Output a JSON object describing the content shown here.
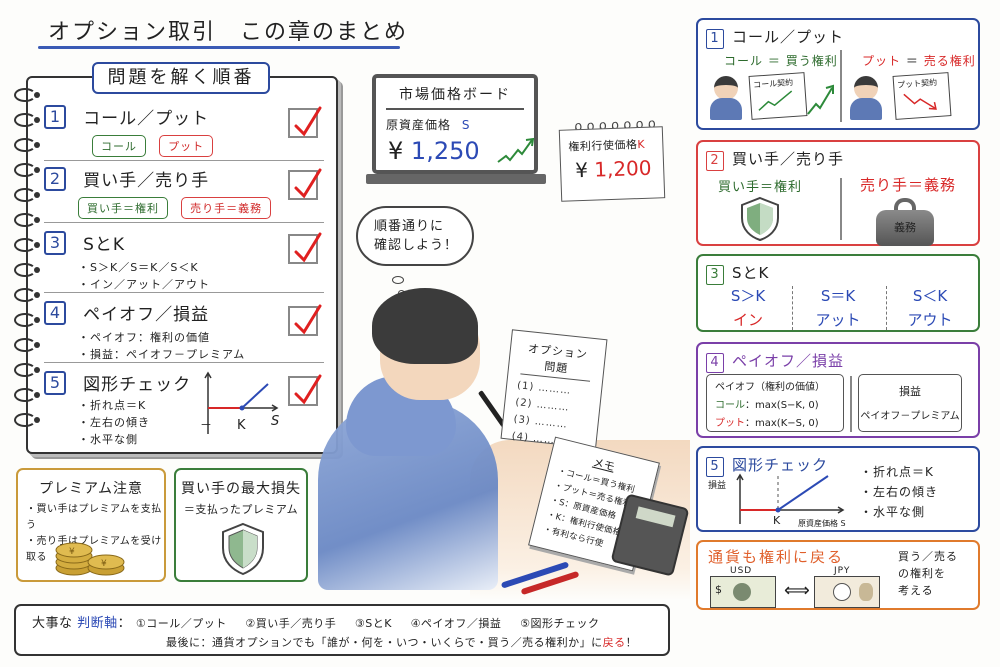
{
  "title": "オプション取引　この章のまとめ",
  "notebook": {
    "heading": "問題を解く順番",
    "steps": [
      {
        "num": "1",
        "title": "コール／プット",
        "pills": [
          {
            "label": "コール",
            "color": "green"
          },
          {
            "label": "プット",
            "color": "red"
          }
        ],
        "checked": true
      },
      {
        "num": "2",
        "title": "買い手／売り手",
        "pills": [
          {
            "label": "買い手＝権利",
            "color": "green"
          },
          {
            "label": "売り手＝義務",
            "color": "red"
          }
        ],
        "checked": true
      },
      {
        "num": "3",
        "title": "SとK",
        "bullets": [
          "・S＞K／S＝K／S＜K",
          "・イン／アット／アウト"
        ],
        "checked": true
      },
      {
        "num": "4",
        "title": "ペイオフ／損益",
        "bullets": [
          "・ペイオフ：権利の価値",
          "・損益：ペイオフ－プレミアム"
        ],
        "checked": true
      },
      {
        "num": "5",
        "title": "図形チェック",
        "bullets": [
          "・折れ点＝K",
          "・左右の傾き",
          "・水平な側"
        ],
        "checked": true,
        "graph": {
          "x_label": "S",
          "k_label": "K",
          "minus_label": "－"
        }
      }
    ]
  },
  "premium_note": {
    "heading": "プレミアム注意",
    "lines": [
      "・買い手はプレミアムを支払う",
      "・売り手はプレミアムを受け取る"
    ],
    "icon": "yen-coins-icon"
  },
  "max_loss": {
    "heading": "買い手の最大損失",
    "line": "＝支払ったプレミアム",
    "icon": "shield-icon"
  },
  "market_board": {
    "title": "市場価格ボード",
    "label": "原資産価格",
    "symbol": "S",
    "currency": "¥",
    "price": "1,250",
    "trend": "up"
  },
  "strike_calendar": {
    "label": "権利行使価格",
    "symbol": "K",
    "currency": "¥",
    "price": "1,200"
  },
  "thought_bubble": {
    "line1": "順番通りに",
    "line2": "確認しよう！"
  },
  "problem_sheet": {
    "title": "オプション問題",
    "items": [
      "(1) ………",
      "(2) ………",
      "(3) ………",
      "(4) ………"
    ]
  },
  "memo": {
    "title": "メモ",
    "lines": [
      "・コール＝買う権利",
      "・プット＝売る権利",
      "・S：原資産価格",
      "・K：権利行使価格",
      "・有利なら行使"
    ]
  },
  "panels": {
    "call_put": {
      "num": "1",
      "title": "コール／プット",
      "color": "#2c4a9e",
      "call_label": "コール",
      "call_eq": "＝",
      "call_right": "買う権利",
      "call_contract": "コール契約",
      "put_label": "プット",
      "put_eq": "＝",
      "put_right": "売る権利",
      "put_contract": "プット契約"
    },
    "buyer_seller": {
      "num": "2",
      "title": "買い手／売り手",
      "color": "#d94040",
      "buyer": "買い手＝権利",
      "seller_label": "売り手＝",
      "seller_duty": "義務",
      "weight_label": "義務"
    },
    "s_and_k": {
      "num": "3",
      "title": "SとK",
      "color": "#3a7d3a",
      "columns": [
        {
          "relation": "S＞K",
          "state": "イン",
          "state_color": "red"
        },
        {
          "relation": "S＝K",
          "state": "アット",
          "state_color": "blue"
        },
        {
          "relation": "S＜K",
          "state": "アウト",
          "state_color": "blue"
        }
      ]
    },
    "payoff": {
      "num": "4",
      "title": "ペイオフ／損益",
      "color": "#7a3fa8",
      "payoff_head": "ペイオフ（権利の価値）",
      "call_label": "コール",
      "call_formula": "：max(S−K, 0)",
      "put_label": "プット",
      "put_formula": "：max(K−S, 0)",
      "pl_head": "損益",
      "pl_formula": "ペイオフ－プレミアム"
    },
    "graph_check": {
      "num": "5",
      "title": "図形チェック",
      "color": "#2c4a9e",
      "y_label": "損益",
      "x_label": "原資産価格 S",
      "k_label": "K",
      "bullets": [
        "・折れ点＝K",
        "・左右の傾き",
        "・水平な側"
      ]
    },
    "currency": {
      "title": "通貨も権利に戻る",
      "color": "#e07a2c",
      "left_bill": "USD",
      "right_bill": "JPY",
      "arrow": "⟺",
      "note": [
        "買う／売る",
        "の権利を",
        "考える"
      ]
    }
  },
  "bottom_bar": {
    "prefix": "大事な",
    "highlight": "判断軸",
    "colon": "：",
    "items": [
      "①コール／プット",
      "②買い手／売り手",
      "③SとK",
      "④ペイオフ／損益",
      "⑤図形チェック"
    ],
    "line2_prefix": "最後に：通貨オプションでも「誰が・何を・いつ・いくらで・買う／売る権利か」に",
    "line2_highlight": "戻る",
    "line2_suffix": "！"
  },
  "colors": {
    "blue": "#2c4a9e",
    "red": "#d82828",
    "green": "#2d6b2d",
    "purple": "#7a3fa8",
    "orange": "#e07a2c",
    "gold": "#c99a3a"
  }
}
